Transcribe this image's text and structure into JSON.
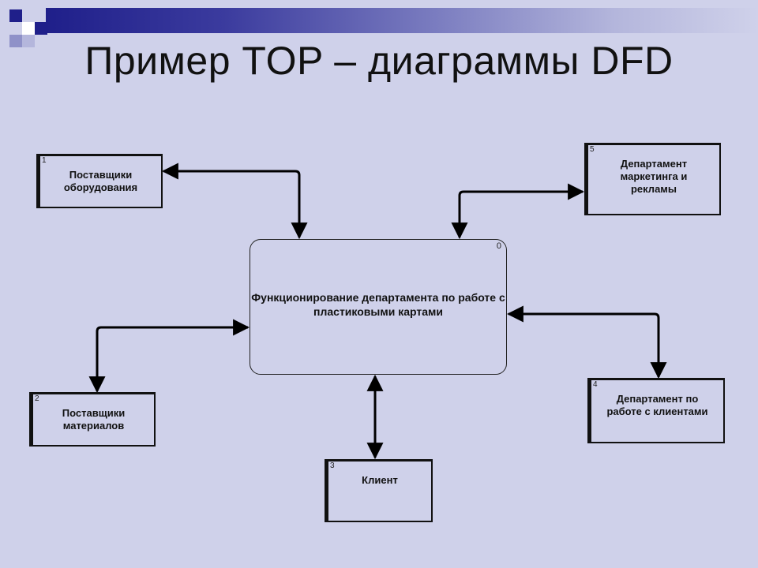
{
  "title": "Пример TOP – диаграммы DFD",
  "process": {
    "number": "0",
    "label": "Функционирование департамента по работе с пластиковыми картами"
  },
  "entities": [
    {
      "number": "1",
      "label": "Поставщики оборудования"
    },
    {
      "number": "2",
      "label": "Поставщики материалов"
    },
    {
      "number": "3",
      "label": "Клиент"
    },
    {
      "number": "4",
      "label": "Департамент по работе с клиентами"
    },
    {
      "number": "5",
      "label": "Департамент маркетинга и рекламы"
    }
  ],
  "colors": {
    "background": "#cfd1ea",
    "accent": "#1f1f8a",
    "line": "#000000"
  }
}
